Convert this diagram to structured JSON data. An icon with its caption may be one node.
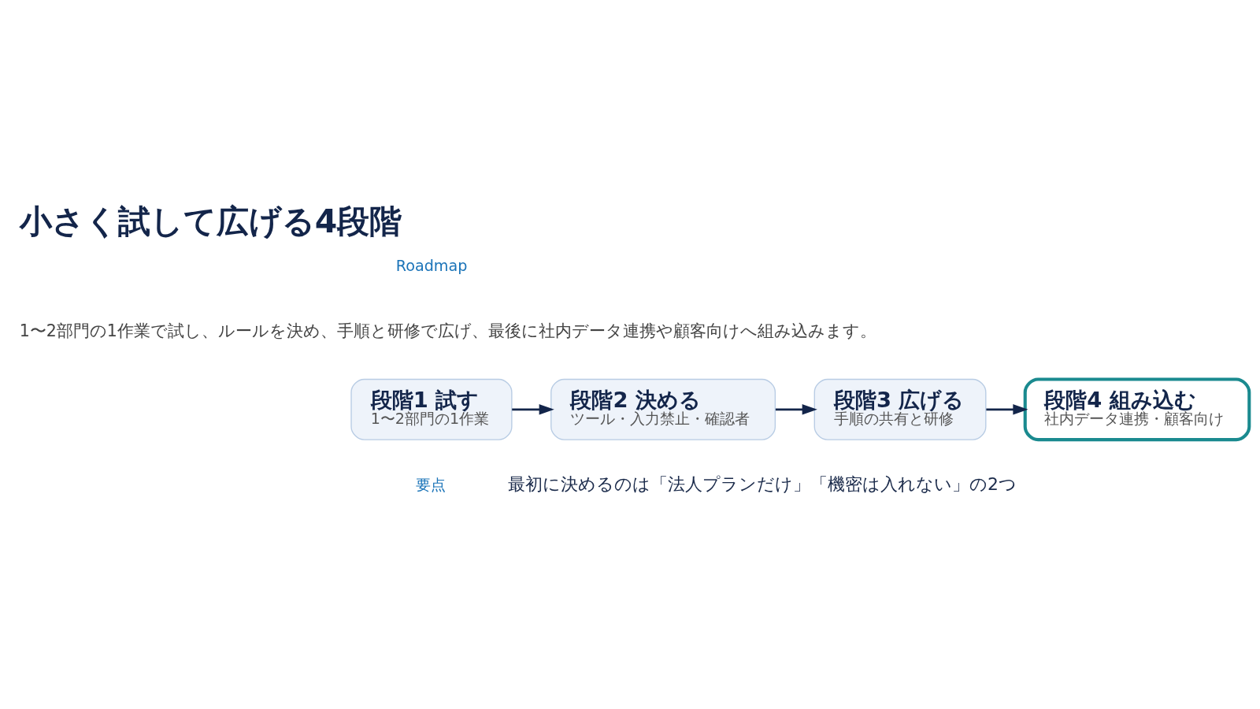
{
  "diagram": {
    "title": "小さく試して広げる4段階",
    "nodes": [
      {
        "text": [
          "段階1 試す",
          "1〜2部門の1作業"
        ]
      },
      {
        "text": [
          "段階2 決める",
          "ツール・入力禁止・確認者"
        ]
      },
      {
        "text": [
          "段階3 広げる",
          "手順の共有と研修"
        ]
      },
      {
        "text": [
          "段階4 組み込む",
          "社内データ連携・顧客向け"
        ]
      }
    ],
    "edges": [
      {
        "from": 0,
        "to": 1,
        "arrow": "to"
      },
      {
        "from": 1,
        "to": 2,
        "arrow": "to"
      },
      {
        "from": 2,
        "to": 3,
        "arrow": "to"
      }
    ],
    "labels": [
      "Roadmap",
      "1〜2部門の1作業で試し、ルールを決め、手順と研修で広げ、最後に社内データ連携や顧客向けへ組み込みます。",
      "要点",
      "最初に決めるのは「法人プランだけ」「機密は入れない」の2つ"
    ]
  }
}
